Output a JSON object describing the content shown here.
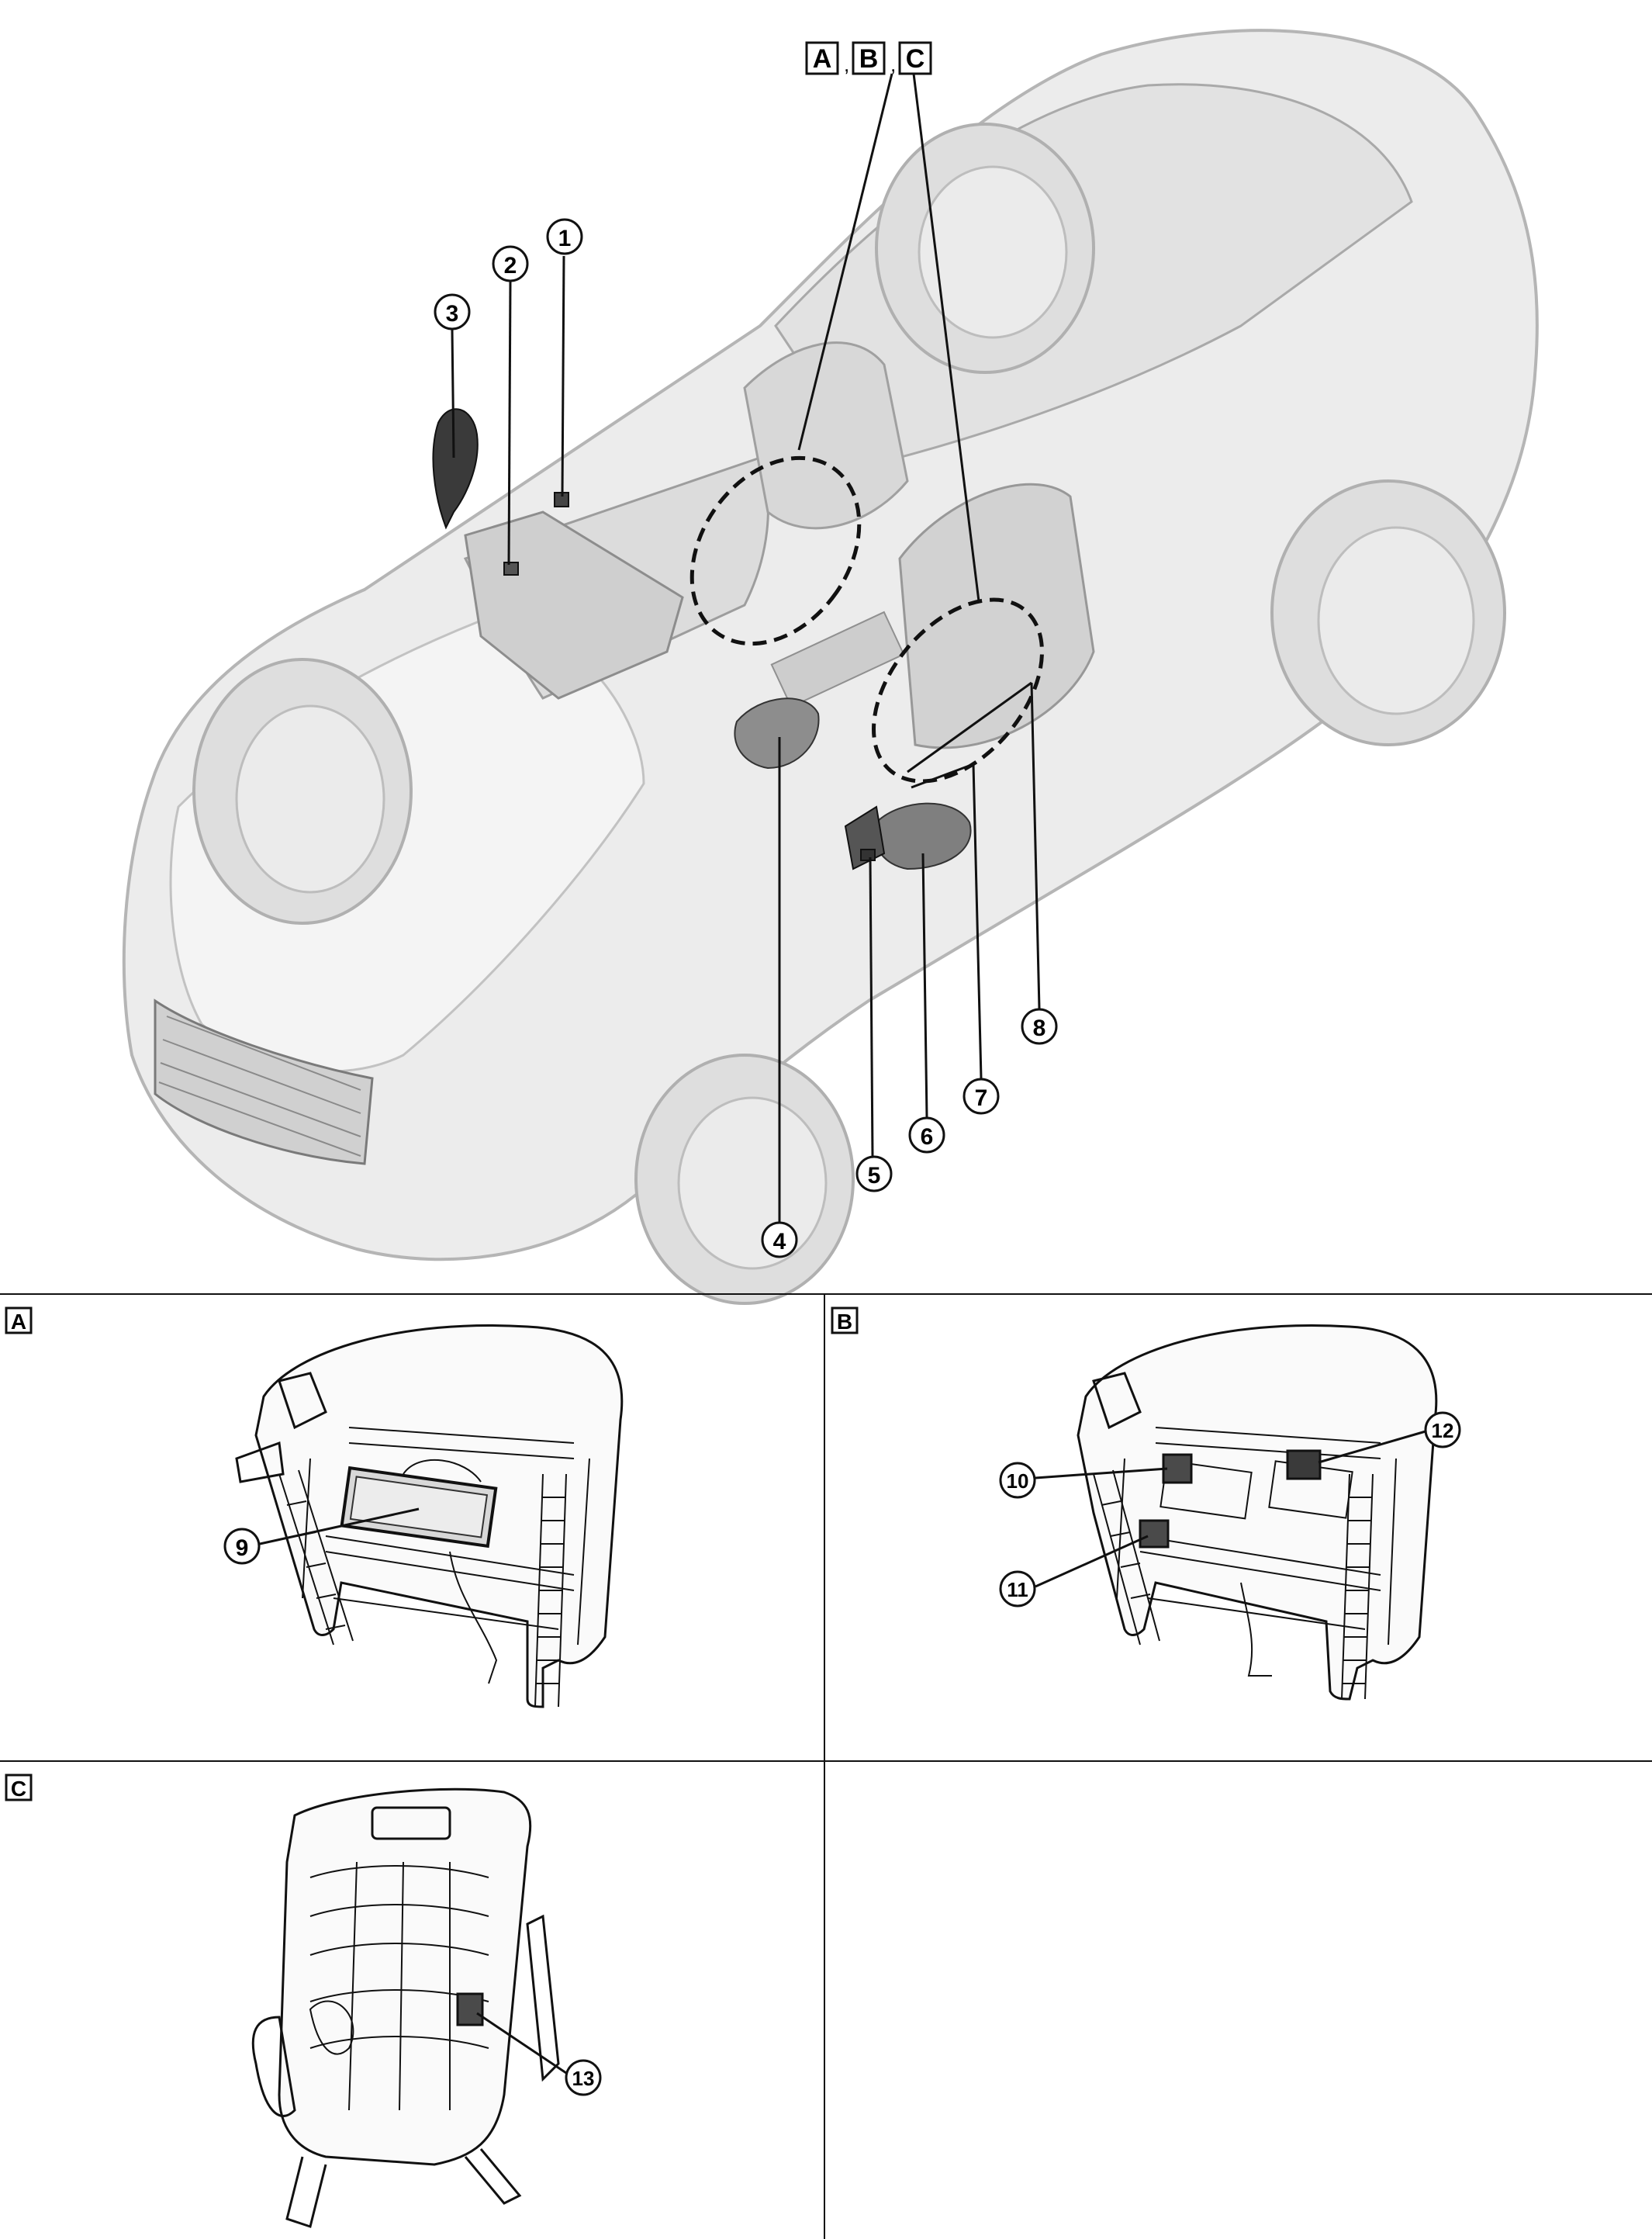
{
  "header_ref": {
    "letters": [
      "A",
      "B",
      "C"
    ],
    "separator": ","
  },
  "callouts": {
    "c1": "1",
    "c2": "2",
    "c3": "3",
    "c4": "4",
    "c5": "5",
    "c6": "6",
    "c7": "7",
    "c8": "8",
    "c9": "9",
    "c10": "10",
    "c11": "11",
    "c12": "12",
    "c13": "13"
  },
  "panels": {
    "A": {
      "label": "A"
    },
    "B": {
      "label": "B"
    },
    "C": {
      "label": "C"
    }
  },
  "colors": {
    "line": "#111111",
    "car_body": "#e6e6e6",
    "car_shadow": "#c9c9c9",
    "component_dark": "#333333",
    "component_light": "#8a8a8a"
  }
}
